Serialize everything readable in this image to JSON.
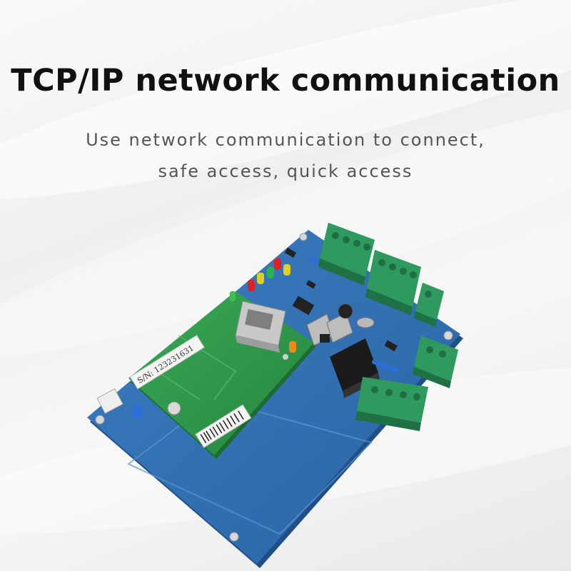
{
  "headline": "TCP/IP network communication",
  "description": [
    "Use network communication to connect,",
    "safe access, quick access"
  ],
  "board": {
    "serial_label": "S/N: 123231631",
    "colors": {
      "pcb": "#2f6fb0",
      "pcb_edge": "#1f4f86",
      "module": "#2f9a4a",
      "terminal": "#2e9a5e",
      "relay": "#1a1a1a"
    }
  }
}
